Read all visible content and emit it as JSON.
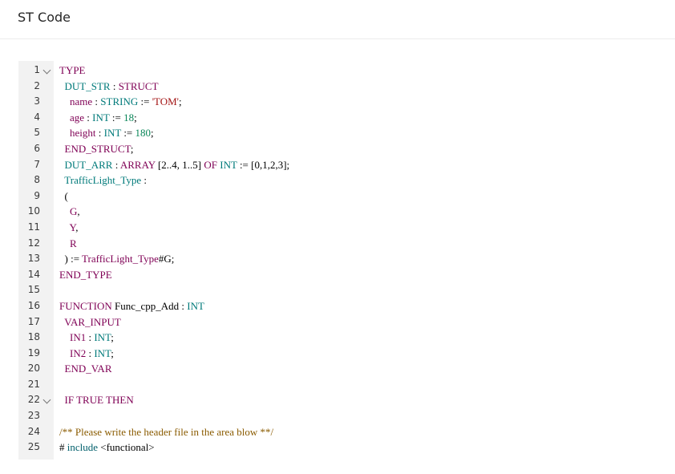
{
  "header": {
    "title": "ST Code"
  },
  "colors": {
    "keyword": "#7f0055",
    "type": "#007a7a",
    "number": "#098658",
    "string": "#a31515",
    "comment": "#8a5b00",
    "gutter": "#f2f2f2"
  },
  "editor": {
    "lines": [
      {
        "n": "1",
        "fold": true,
        "tokens": [
          [
            "TYPE",
            "kw"
          ]
        ]
      },
      {
        "n": "2",
        "tokens": [
          [
            "  ",
            ""
          ],
          [
            "DUT_STR",
            "type"
          ],
          [
            " : ",
            "op"
          ],
          [
            "STRUCT",
            "kw"
          ]
        ]
      },
      {
        "n": "3",
        "tokens": [
          [
            "    ",
            ""
          ],
          [
            "name",
            "id"
          ],
          [
            " : ",
            "op"
          ],
          [
            "STRING",
            "type"
          ],
          [
            " := ",
            "op"
          ],
          [
            "'TOM'",
            "str"
          ],
          [
            ";",
            "op"
          ]
        ]
      },
      {
        "n": "4",
        "tokens": [
          [
            "    ",
            ""
          ],
          [
            "age",
            "id"
          ],
          [
            " : ",
            "op"
          ],
          [
            "INT",
            "type"
          ],
          [
            " := ",
            "op"
          ],
          [
            "18",
            "num"
          ],
          [
            ";",
            "op"
          ]
        ]
      },
      {
        "n": "5",
        "tokens": [
          [
            "    ",
            ""
          ],
          [
            "height",
            "id"
          ],
          [
            " : ",
            "op"
          ],
          [
            "INT",
            "type"
          ],
          [
            " := ",
            "op"
          ],
          [
            "180",
            "num"
          ],
          [
            ";",
            "op"
          ]
        ]
      },
      {
        "n": "6",
        "tokens": [
          [
            "  ",
            ""
          ],
          [
            "END_STRUCT",
            "kw"
          ],
          [
            ";",
            "op"
          ]
        ]
      },
      {
        "n": "7",
        "tokens": [
          [
            "  ",
            ""
          ],
          [
            "DUT_ARR",
            "type"
          ],
          [
            " : ",
            "op"
          ],
          [
            "ARRAY",
            "kw"
          ],
          [
            " [2..4, 1..5] ",
            "op"
          ],
          [
            "OF",
            "kw"
          ],
          [
            " ",
            "op"
          ],
          [
            "INT",
            "type"
          ],
          [
            " := [0,1,2,3];",
            "op"
          ]
        ]
      },
      {
        "n": "8",
        "tokens": [
          [
            "  ",
            ""
          ],
          [
            "TrafficLight_Type",
            "type"
          ],
          [
            " :",
            "op"
          ]
        ]
      },
      {
        "n": "9",
        "tokens": [
          [
            "  (",
            "op"
          ]
        ]
      },
      {
        "n": "10",
        "tokens": [
          [
            "    ",
            ""
          ],
          [
            "G",
            "id"
          ],
          [
            ",",
            "op"
          ]
        ]
      },
      {
        "n": "11",
        "tokens": [
          [
            "    ",
            ""
          ],
          [
            "Y",
            "id"
          ],
          [
            ",",
            "op"
          ]
        ]
      },
      {
        "n": "12",
        "tokens": [
          [
            "    ",
            ""
          ],
          [
            "R",
            "id"
          ]
        ]
      },
      {
        "n": "13",
        "tokens": [
          [
            "  ) := ",
            "op"
          ],
          [
            "TrafficLight_Type",
            "id"
          ],
          [
            "#G;",
            "op"
          ]
        ]
      },
      {
        "n": "14",
        "tokens": [
          [
            "END_TYPE",
            "kw"
          ]
        ]
      },
      {
        "n": "15",
        "tokens": []
      },
      {
        "n": "16",
        "tokens": [
          [
            "FUNCTION",
            "kw"
          ],
          [
            " ",
            "op"
          ],
          [
            "Func_cpp_Add",
            "fn"
          ],
          [
            " : ",
            "op"
          ],
          [
            "INT",
            "type"
          ]
        ]
      },
      {
        "n": "17",
        "tokens": [
          [
            "  ",
            ""
          ],
          [
            "VAR_INPUT",
            "kw"
          ]
        ]
      },
      {
        "n": "18",
        "tokens": [
          [
            "    ",
            ""
          ],
          [
            "IN1",
            "id"
          ],
          [
            " : ",
            "op"
          ],
          [
            "INT",
            "type"
          ],
          [
            ";",
            "op"
          ]
        ]
      },
      {
        "n": "19",
        "tokens": [
          [
            "    ",
            ""
          ],
          [
            "IN2",
            "id"
          ],
          [
            " : ",
            "op"
          ],
          [
            "INT",
            "type"
          ],
          [
            ";",
            "op"
          ]
        ]
      },
      {
        "n": "20",
        "tokens": [
          [
            "  ",
            ""
          ],
          [
            "END_VAR",
            "kw"
          ]
        ]
      },
      {
        "n": "21",
        "tokens": []
      },
      {
        "n": "22",
        "fold": true,
        "tokens": [
          [
            "  ",
            ""
          ],
          [
            "IF",
            "kw"
          ],
          [
            " ",
            "op"
          ],
          [
            "TRUE",
            "kw"
          ],
          [
            " ",
            "op"
          ],
          [
            "THEN",
            "kw"
          ]
        ]
      },
      {
        "n": "23",
        "tokens": []
      },
      {
        "n": "24",
        "tokens": [
          [
            "/** Please write the header file in the area blow **/",
            "cmt"
          ]
        ]
      },
      {
        "n": "25",
        "tokens": [
          [
            "# ",
            "op"
          ],
          [
            "include",
            "pre"
          ],
          [
            " <functional>",
            "op"
          ]
        ]
      }
    ]
  }
}
